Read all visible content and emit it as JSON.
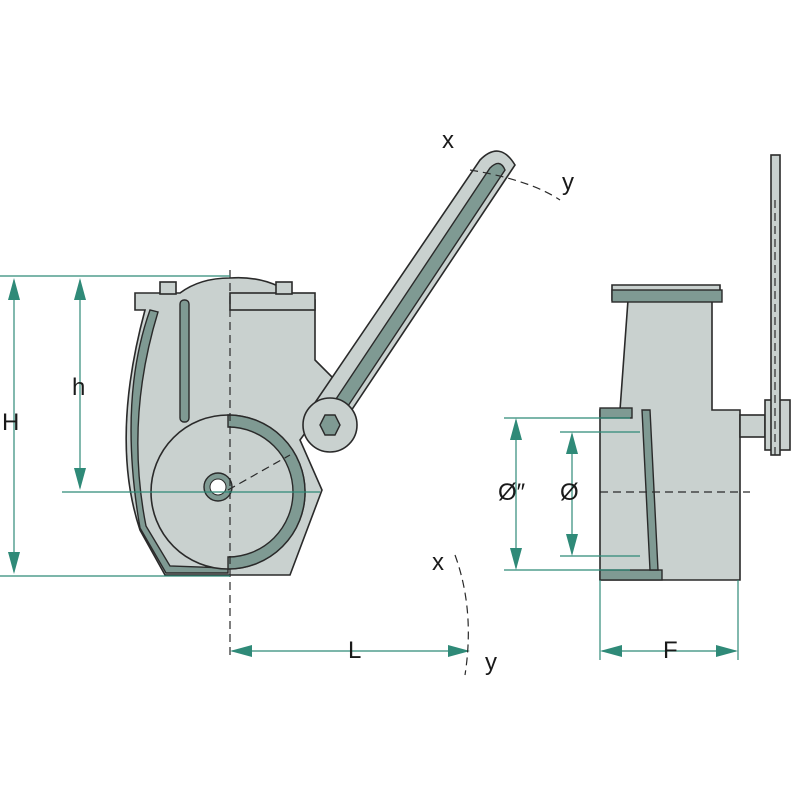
{
  "title": "Valve dimension drawing",
  "labels": {
    "H": "H",
    "h": "h",
    "L": "L",
    "F": "F",
    "dia_outer": "Ø″",
    "dia": "Ø",
    "x_top": "x",
    "y_top": "y",
    "x_bottom": "x",
    "y_bottom": "y"
  },
  "colors": {
    "body": "#c9d1cf",
    "section": "#7f9a93",
    "dimension": "#2f8a78"
  }
}
